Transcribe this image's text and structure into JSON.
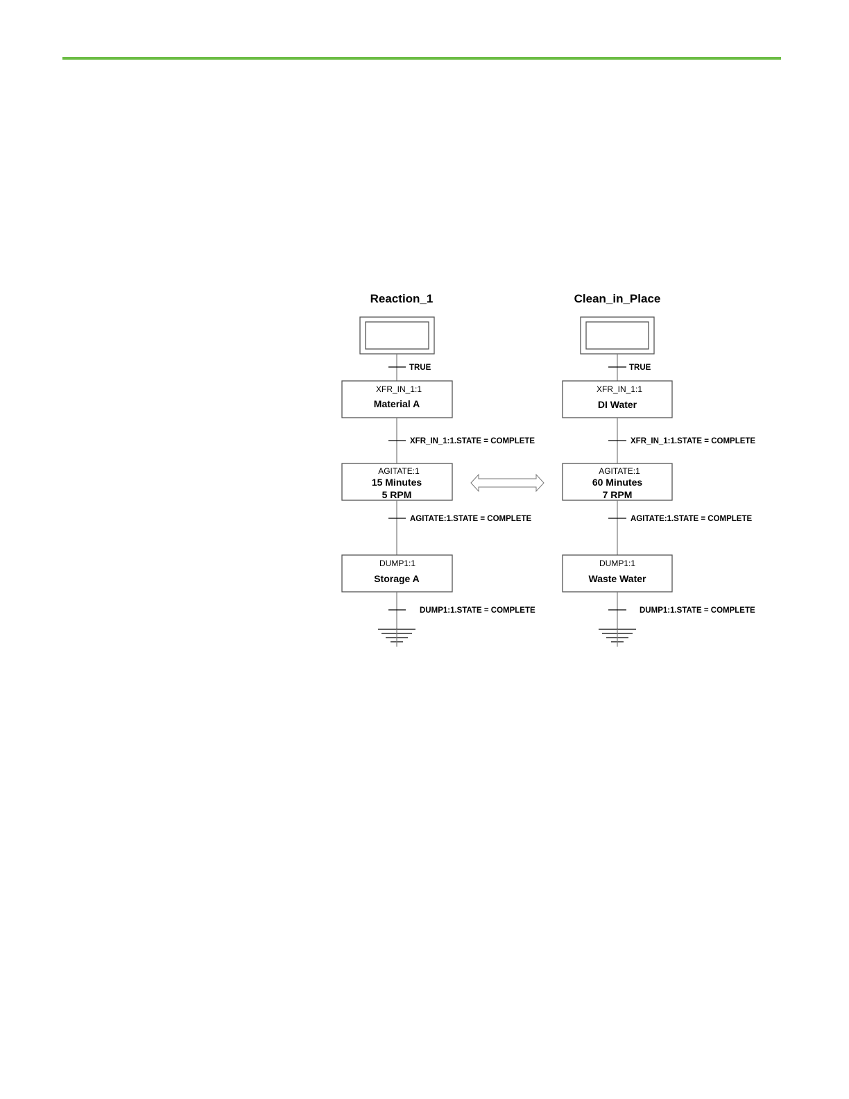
{
  "colors": {
    "accent": "#6cbd45"
  },
  "icons": [
    "initial-step-icon",
    "end-ground-icon",
    "double-arrow-icon"
  ],
  "diagram": {
    "left": {
      "title": "Reaction_1",
      "start_transition": "TRUE",
      "steps": [
        {
          "tag": "XFR_IN_1:1",
          "lines": [
            "Material A"
          ]
        },
        {
          "tag": "AGITATE:1",
          "lines": [
            "15 Minutes",
            "5 RPM"
          ]
        },
        {
          "tag": "DUMP1:1",
          "lines": [
            "Storage A"
          ]
        }
      ],
      "transitions": [
        "XFR_IN_1:1.STATE = COMPLETE",
        "AGITATE:1.STATE = COMPLETE",
        "DUMP1:1.STATE = COMPLETE"
      ]
    },
    "right": {
      "title": "Clean_in_Place",
      "start_transition": "TRUE",
      "steps": [
        {
          "tag": "XFR_IN_1:1",
          "lines": [
            "DI Water"
          ]
        },
        {
          "tag": "AGITATE:1",
          "lines": [
            "60 Minutes",
            "7 RPM"
          ]
        },
        {
          "tag": "DUMP1:1",
          "lines": [
            "Waste Water"
          ]
        }
      ],
      "transitions": [
        "XFR_IN_1:1.STATE = COMPLETE",
        "AGITATE:1.STATE = COMPLETE",
        "DUMP1:1.STATE = COMPLETE"
      ]
    }
  }
}
